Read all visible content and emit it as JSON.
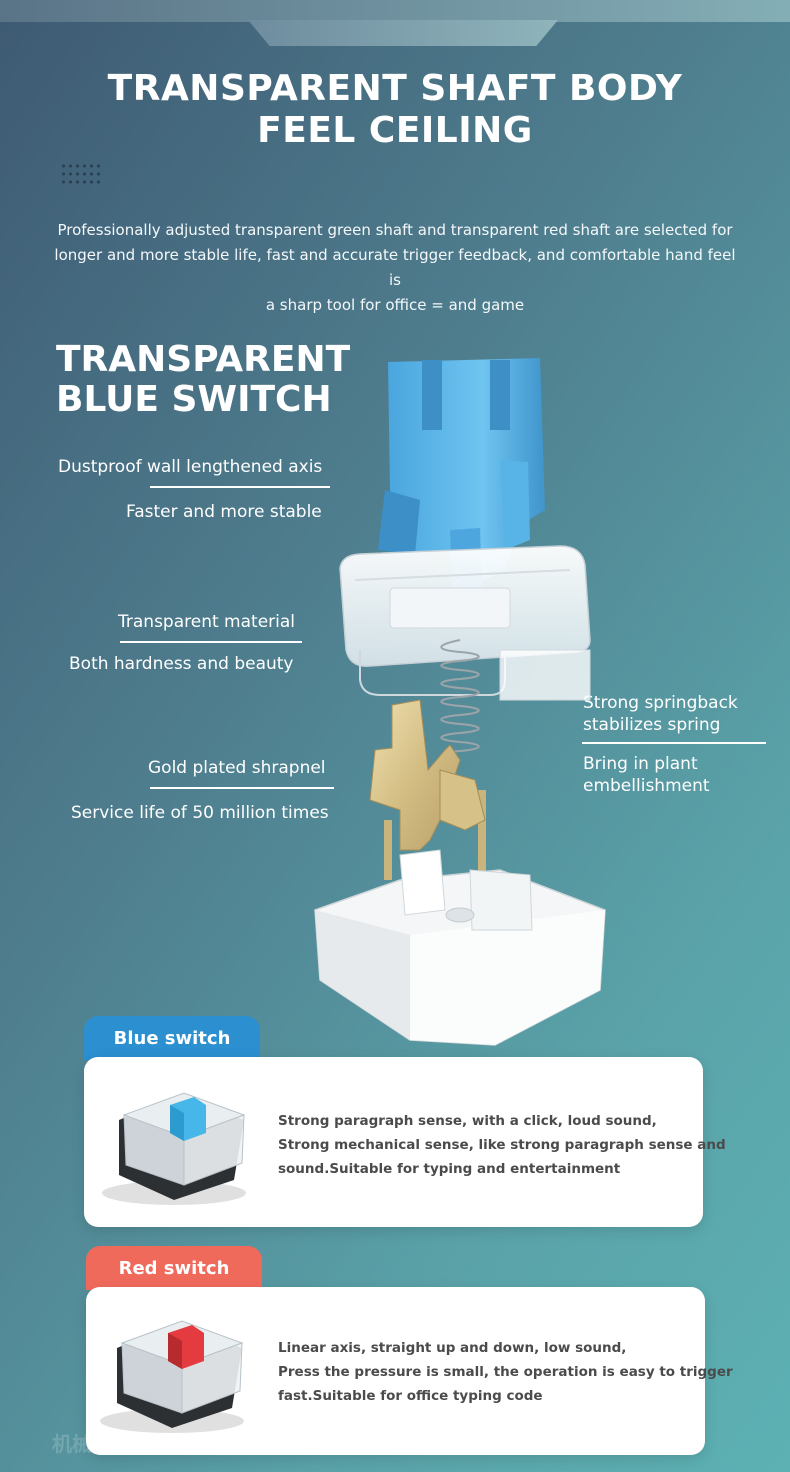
{
  "header": {
    "title_line1": "TRANSPARENT SHAFT BODY",
    "title_line2": "FEEL CEILING",
    "intro_line1": "Professionally adjusted transparent green shaft and transparent red shaft are selected for",
    "intro_line2": "longer and more stable life, fast and accurate trigger feedback, and comfortable hand feel is",
    "intro_line3": "a sharp tool for office = and game"
  },
  "switch": {
    "title_line1": "TRANSPARENT",
    "title_line2": "BLUE SWITCH",
    "features": {
      "dustproof_title": "Dustproof wall lengthened axis",
      "dustproof_sub": "Faster and more stable",
      "material_title": "Transparent material",
      "material_sub": "Both hardness and beauty",
      "shrapnel_title": "Gold plated shrapnel",
      "shrapnel_sub": "Service life of 50 million times",
      "spring_title_line1": "Strong springback",
      "spring_title_line2": "stabilizes spring",
      "plant_line1": "Bring in plant",
      "plant_line2": "embellishment"
    }
  },
  "cards": {
    "blue": {
      "label": "Blue switch",
      "line1": "Strong paragraph sense, with a click, loud sound,",
      "line2": "Strong mechanical sense, like strong paragraph sense and",
      "line3": "sound.Suitable for typing and entertainment"
    },
    "red": {
      "label": "Red switch",
      "line1": "Linear axis, straight up and down, low sound,",
      "line2": "Press the pressure is small, the operation is easy to trigger",
      "line3": "fast.Suitable for office typing code"
    }
  },
  "watermark": "机械",
  "colors": {
    "blue_tab": "#2b8fd0",
    "red_tab": "#f06a5c",
    "stem_blue": "#5bb7ea",
    "stem_red": "#e33b3f",
    "gold": "#d8c48d"
  },
  "icons": {
    "dots": "dot-grid-icon",
    "switch_exploded": "exploded-switch-illustration",
    "blue_switch": "blue-switch-icon",
    "red_switch": "red-switch-icon"
  }
}
